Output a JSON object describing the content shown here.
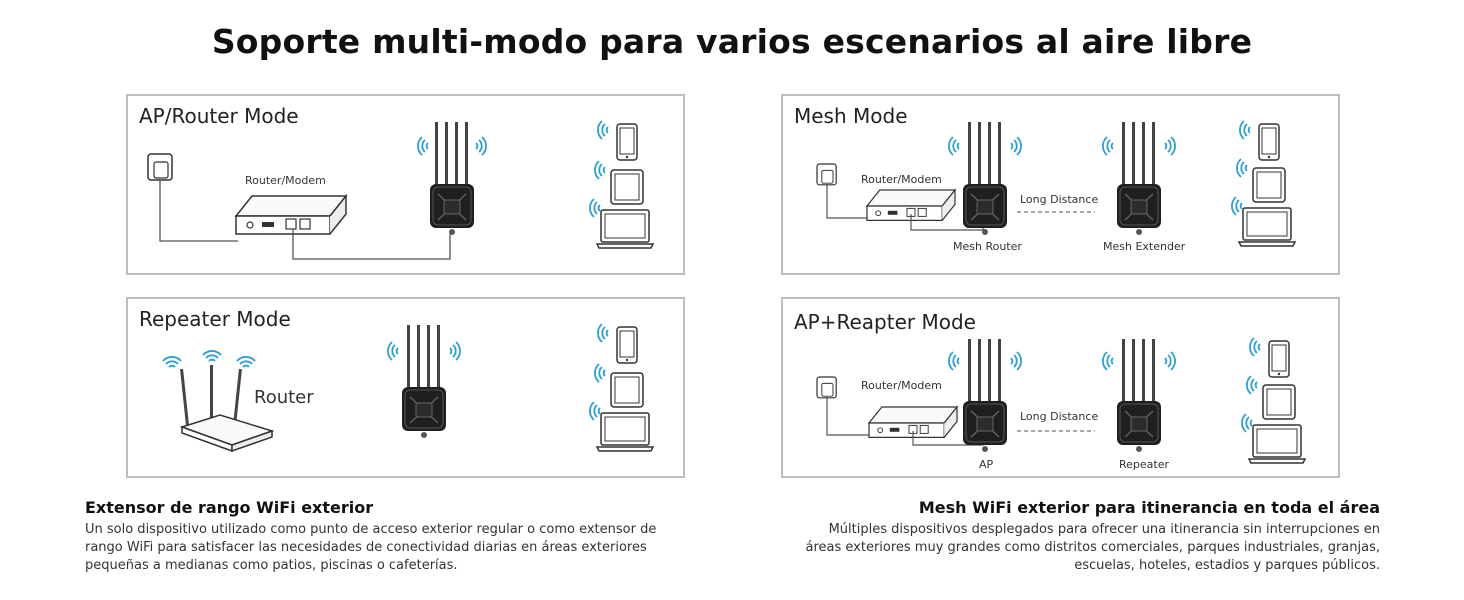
{
  "title": "Soporte multi-modo para varios escenarios al aire libre",
  "panels": {
    "ap_router": {
      "title": "AP/Router Mode",
      "router_label": "Router/Modem"
    },
    "repeater": {
      "title": "Repeater Mode",
      "router_label": "Router"
    },
    "mesh": {
      "title": "Mesh Mode",
      "router_label": "Router/Modem",
      "distance_label": "Long Distance",
      "device1_label": "Mesh Router",
      "device2_label": "Mesh Extender"
    },
    "ap_repeater": {
      "title": "AP+Reapter Mode",
      "router_label": "Router/Modem",
      "distance_label": "Long Distance",
      "device1_label": "AP",
      "device2_label": "Repeater"
    }
  },
  "captions": {
    "left": {
      "heading": "Extensor de rango WiFi exterior",
      "line1": "Un solo dispositivo utilizado como punto de acceso exterior regular o como extensor de",
      "line2": "rango WiFi para satisfacer las necesidades de conectividad diarias en áreas exteriores",
      "line3": "pequeñas a medianas como patios, piscinas o cafeterías."
    },
    "right": {
      "heading": "Mesh WiFi exterior para itinerancia en toda el área",
      "line1": "Múltiples dispositivos desplegados para ofrecer una itinerancia sin interrupciones en",
      "line2": "áreas exteriores muy grandes como distritos comerciales, parques industriales, granjas,",
      "line3": "escuelas, hoteles, estadios y parques públicos."
    }
  },
  "colors": {
    "wifi": "#2a9fd6",
    "device": "#1f1f1f",
    "line": "#555555",
    "border": "#bdbdbd"
  }
}
